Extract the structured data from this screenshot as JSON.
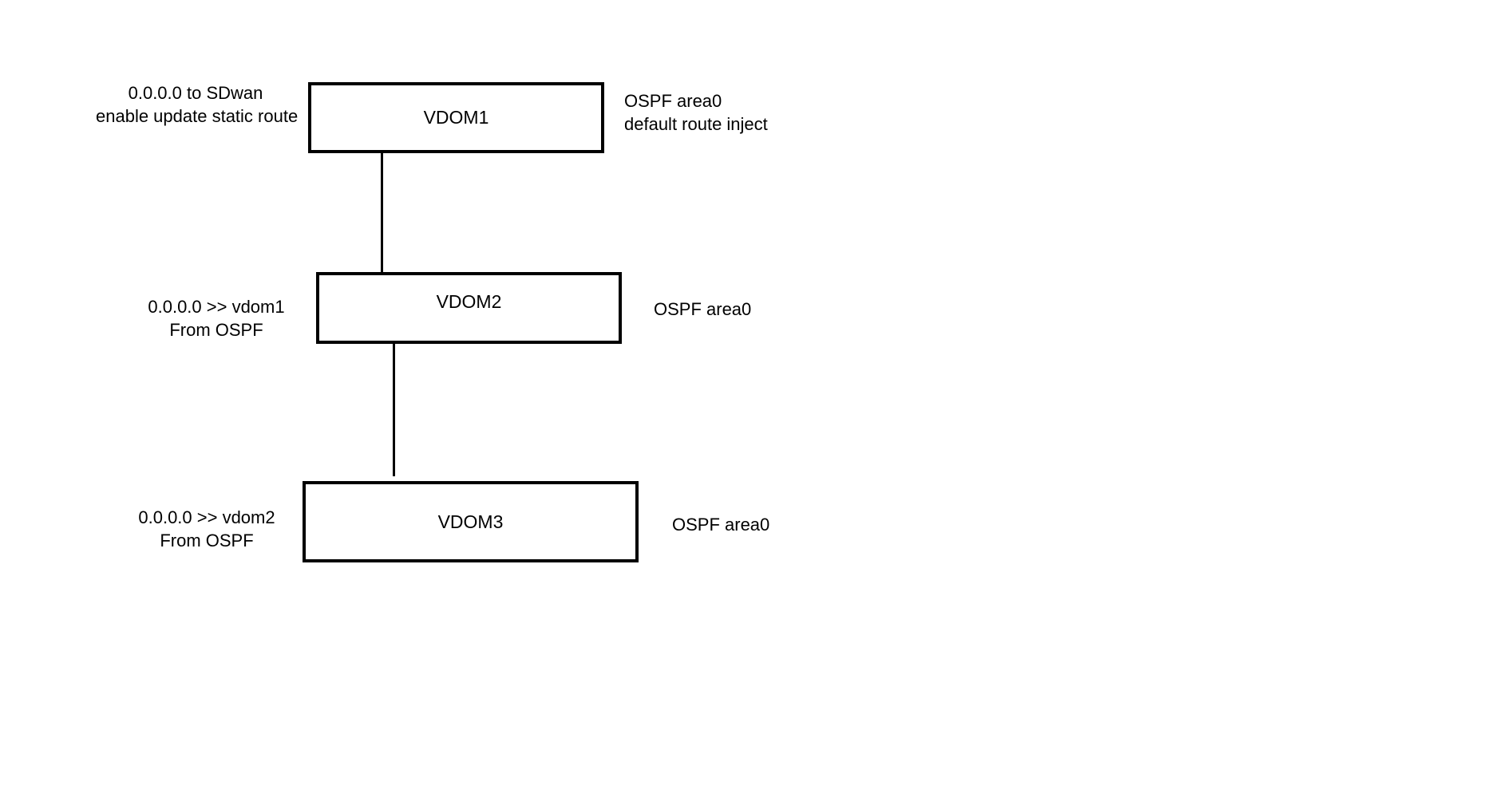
{
  "diagram": {
    "nodes": [
      {
        "id": "vdom1",
        "label": "VDOM1",
        "left_note": [
          "0.0.0.0 to SDwan",
          "enable update static route"
        ],
        "right_note": [
          "OSPF area0",
          "default route inject"
        ]
      },
      {
        "id": "vdom2",
        "label": "VDOM2",
        "left_note": [
          "0.0.0.0 >> vdom1",
          "From OSPF"
        ],
        "right_note": [
          "OSPF area0"
        ]
      },
      {
        "id": "vdom3",
        "label": "VDOM3",
        "left_note": [
          "0.0.0.0 >> vdom2",
          "From OSPF"
        ],
        "right_note": [
          "OSPF area0"
        ]
      }
    ],
    "edges": [
      {
        "from": "vdom1",
        "to": "vdom2"
      },
      {
        "from": "vdom2",
        "to": "vdom3"
      }
    ],
    "colors": {
      "stroke": "#000000",
      "background": "#ffffff",
      "text": "#000000"
    }
  }
}
